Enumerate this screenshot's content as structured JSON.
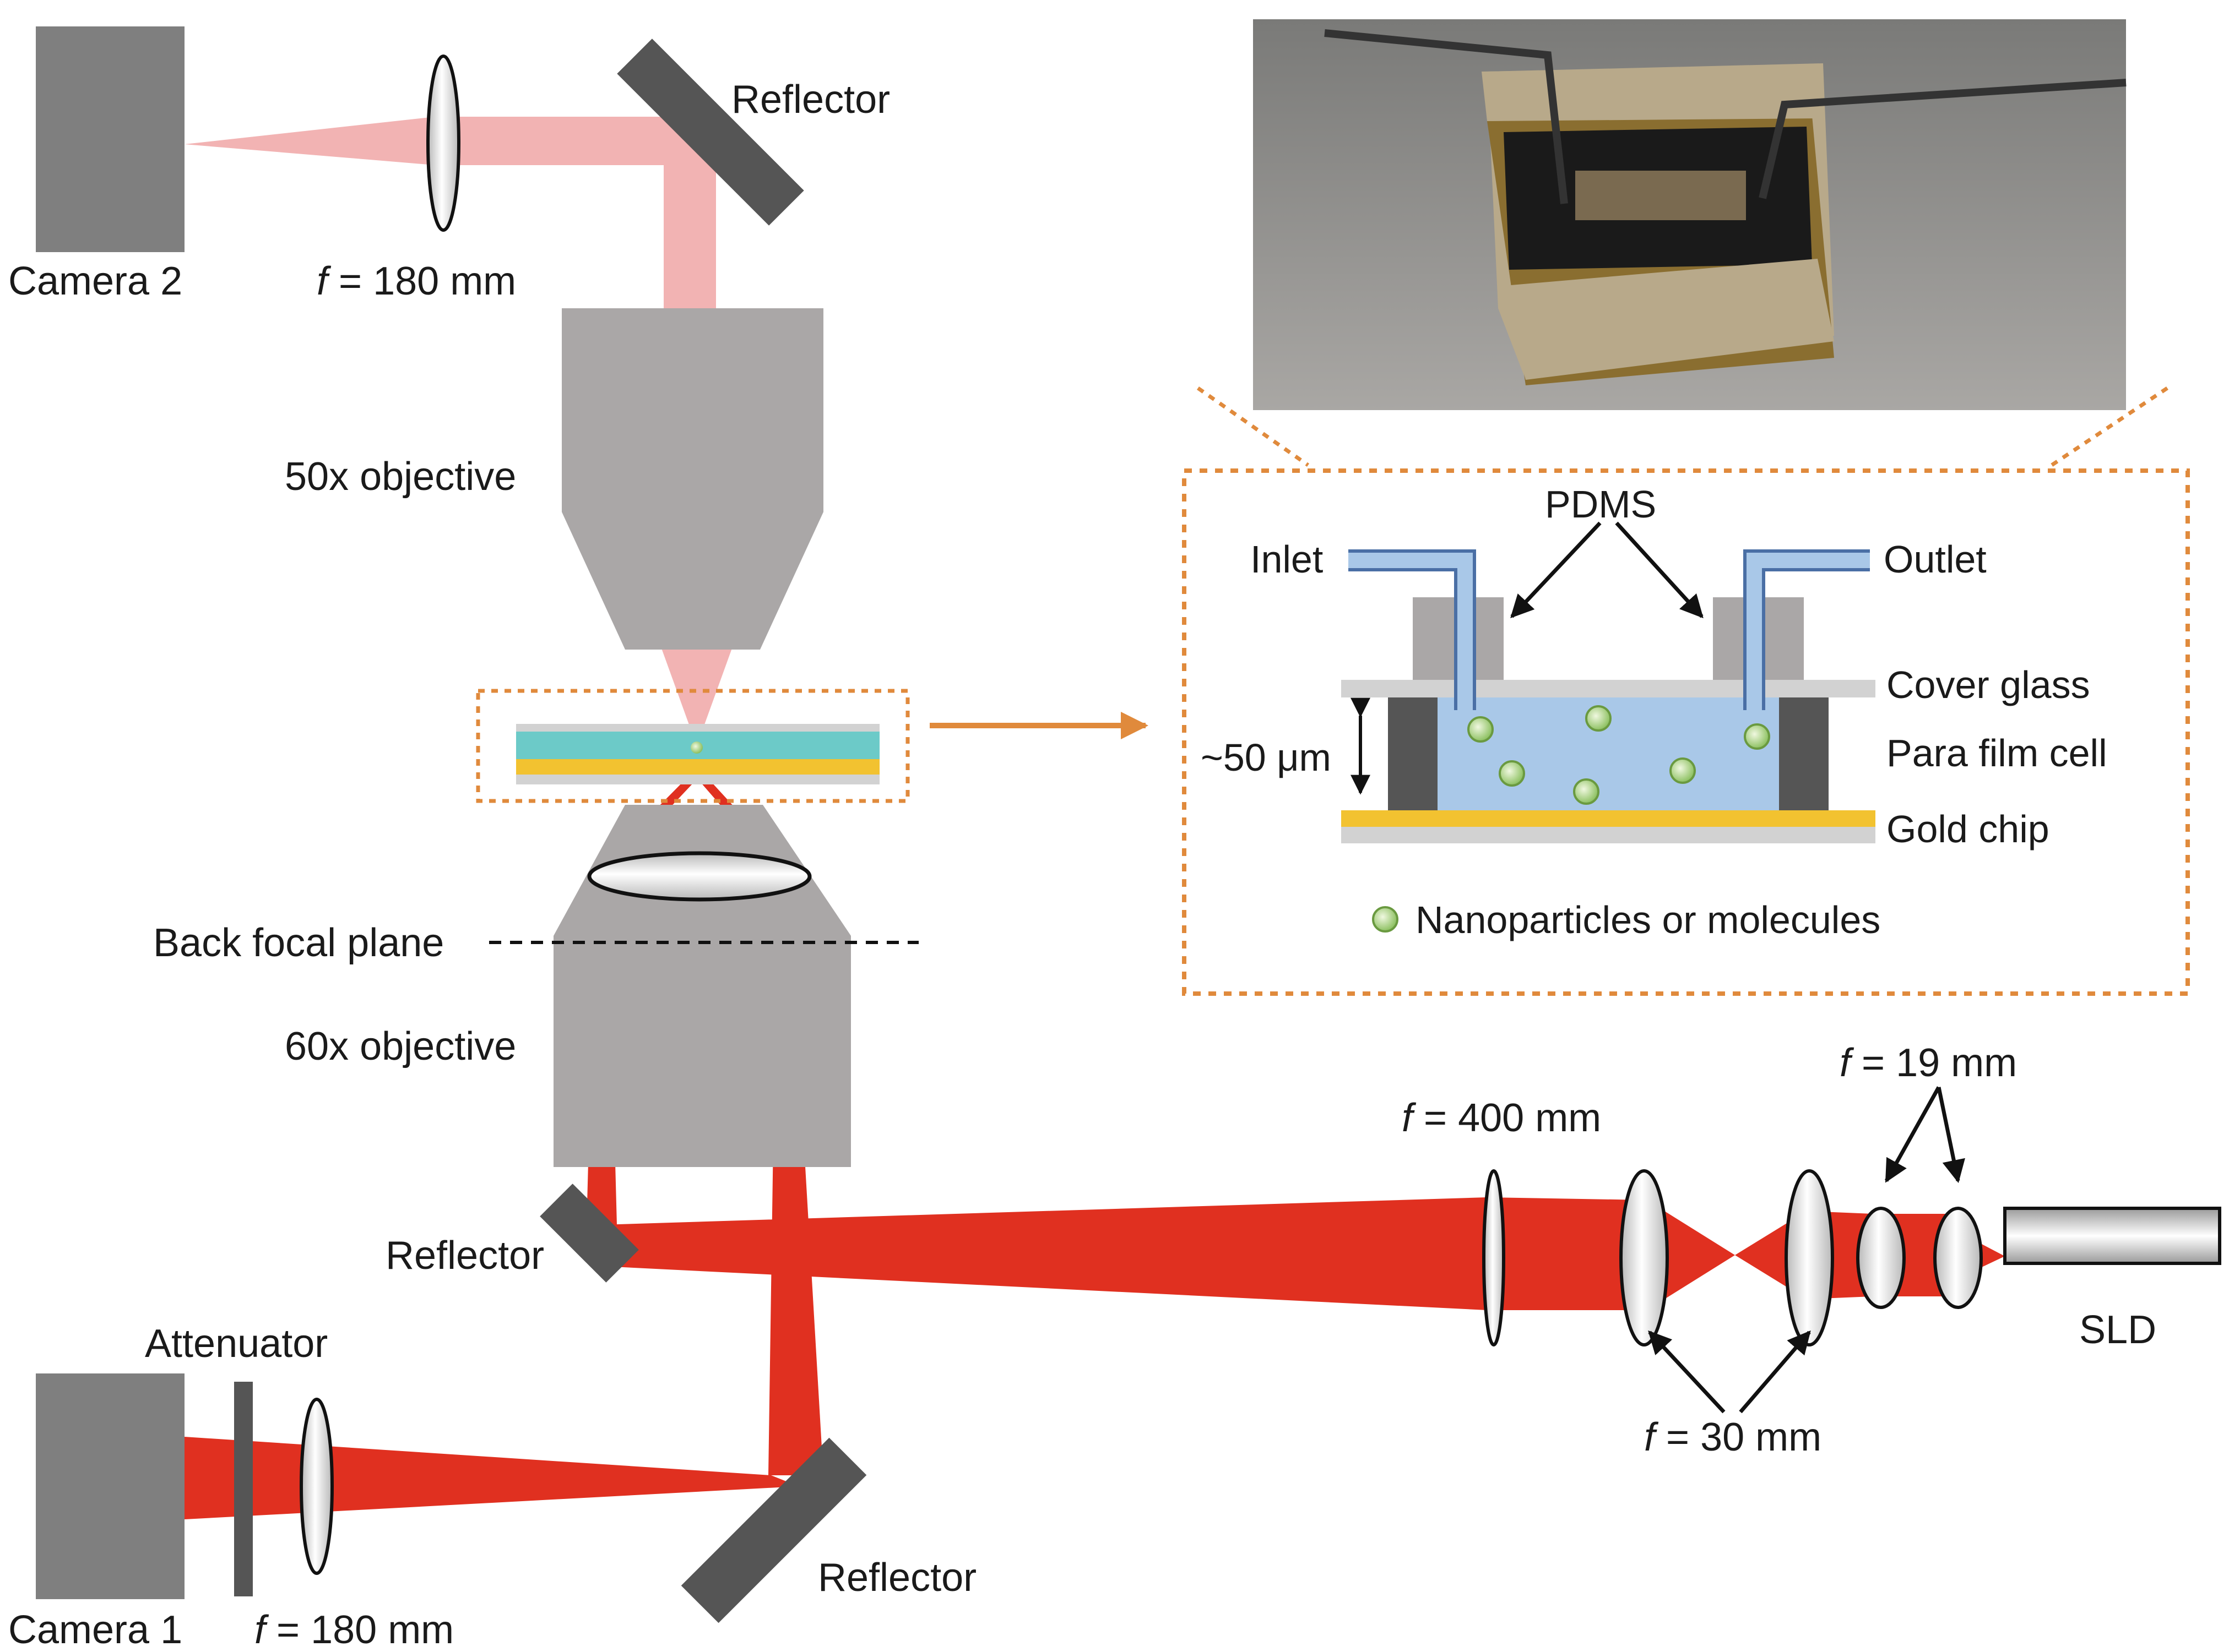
{
  "labels": {
    "camera2": "Camera 2",
    "camera1": "Camera 1",
    "reflector_top": "Reflector",
    "reflector_mid": "Reflector",
    "reflector_bottom": "Reflector",
    "objective_50x": "50x objective",
    "objective_60x": "60x objective",
    "back_focal_plane": "Back focal plane",
    "attenuator": "Attenuator",
    "sld": "SLD"
  },
  "focal_labels": {
    "f_symbol": "f",
    "lens_top": " = 180 mm",
    "lens_bottom": " = 180 mm",
    "lens_400": " = 400 mm",
    "lens_19": " = 19 mm",
    "lens_30": " = 30 mm"
  },
  "inset": {
    "pdms": "PDMS",
    "inlet": "Inlet",
    "outlet": "Outlet",
    "cover_glass": "Cover glass",
    "para_film_cell": "Para film cell",
    "gold_chip": "Gold chip",
    "gap": "~50 μm",
    "legend": "Nanoparticles or molecules"
  },
  "colors": {
    "beam_red": "#e03020",
    "beam_pink": "#f2b3b3",
    "objective_gray": "#aaa7a7",
    "dark_gray": "#555555",
    "camera_gray": "#7f7f7f",
    "highlight_orange": "#e08a3c",
    "gold": "#f2c230",
    "teal": "#6ccac8",
    "channel_blue": "#a9c8e8",
    "particle_green": "#a8d080"
  },
  "photo": {
    "description_icon": "device-photo"
  }
}
